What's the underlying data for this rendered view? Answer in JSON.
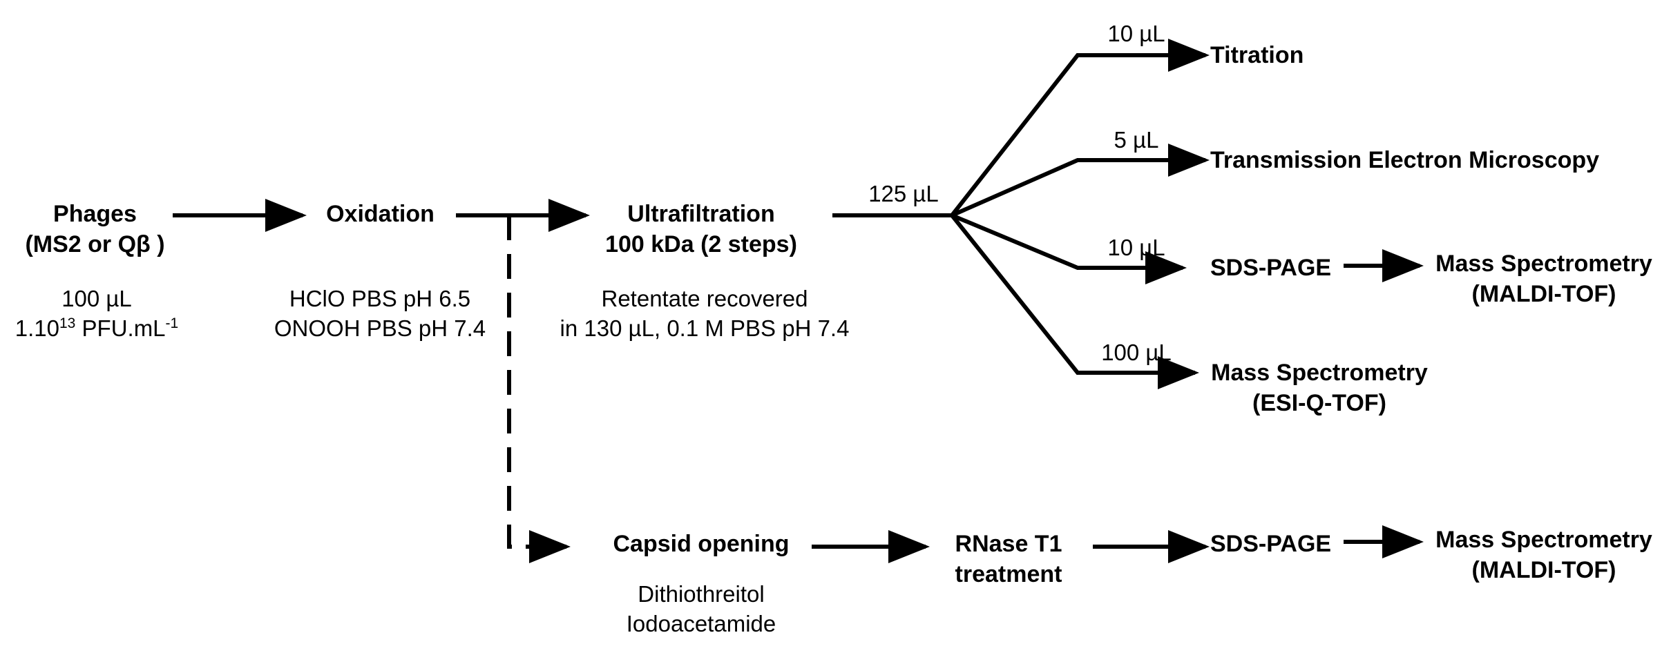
{
  "phages": {
    "title_line1": "Phages",
    "title_line2": "(MS2 or Qβ )",
    "volume": "100 µL",
    "conc_prefix": "1.10",
    "conc_exp": "13",
    "conc_mid": " PFU.mL",
    "conc_exp2": "-1"
  },
  "oxidation": {
    "title": "Oxidation",
    "line1": "HClO PBS pH 6.5",
    "line2": "ONOOH PBS pH 7.4"
  },
  "ultrafiltration": {
    "title_line1": "Ultrafiltration",
    "title_line2": "100 kDa  (2 steps)",
    "line1": "Retentate recovered",
    "line2": "in 130 µL, 0.1 M PBS pH 7.4"
  },
  "split": {
    "input_volume": "125 µL",
    "branches": [
      {
        "volume": "10 µL",
        "target": "Titration"
      },
      {
        "volume": "5 µL",
        "target": "Transmission Electron Microscopy"
      },
      {
        "volume": "10 µL",
        "target": "SDS-PAGE",
        "next_line1": "Mass Spectrometry",
        "next_line2": "(MALDI-TOF)"
      },
      {
        "volume": "100 µL",
        "target_line1": "Mass Spectrometry",
        "target_line2": "(ESI-Q-TOF)"
      }
    ]
  },
  "lower": {
    "capsid_title": "Capsid opening",
    "capsid_line1": "Dithiothreitol",
    "capsid_line2": "Iodoacetamide",
    "rnase_line1": "RNase T1",
    "rnase_line2": "treatment",
    "sds": "SDS-PAGE",
    "ms_line1": "Mass Spectrometry",
    "ms_line2": "(MALDI-TOF)"
  }
}
